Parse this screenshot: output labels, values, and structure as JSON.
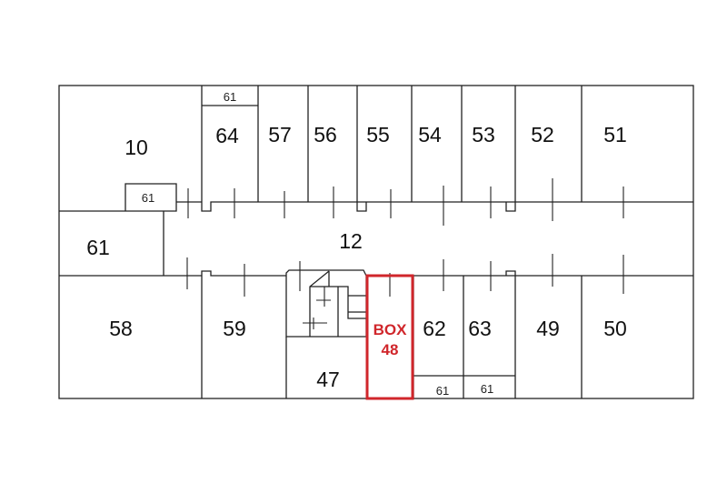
{
  "highlight_color": "#d0262b",
  "rooms": {
    "r10": "10",
    "r64": "64",
    "r57": "57",
    "r56": "56",
    "r55": "55",
    "r54": "54",
    "r53": "53",
    "r52": "52",
    "r51": "51",
    "r12": "12",
    "r61_left": "61",
    "r58": "58",
    "r59": "59",
    "r47": "47",
    "r62": "62",
    "r63": "63",
    "r49": "49",
    "r50": "50"
  },
  "small_rooms": {
    "s61_top": "61",
    "s61_mid": "61",
    "s61_b1": "61",
    "s61_b2": "61"
  },
  "highlight": {
    "line1": "BOX",
    "line2": "48"
  }
}
